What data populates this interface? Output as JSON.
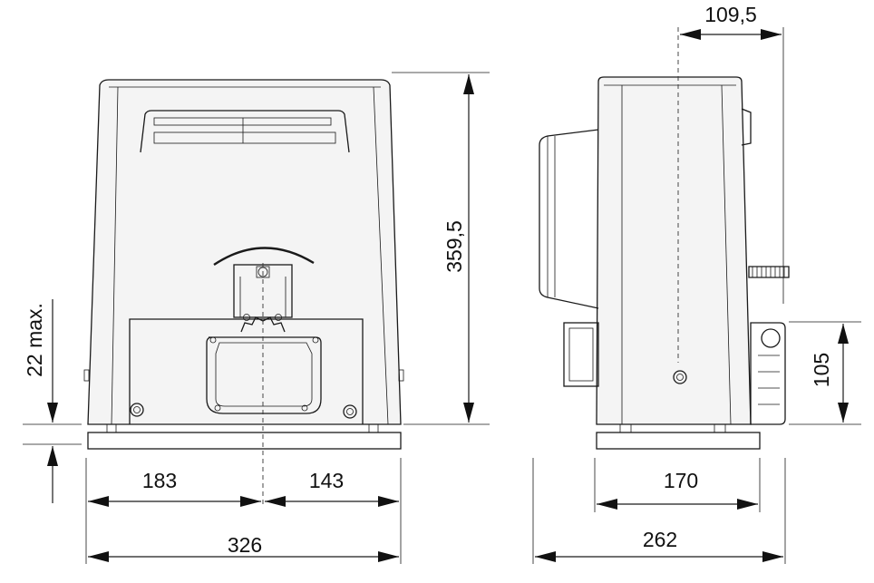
{
  "dimensions": {
    "height_total": "359,5",
    "clearance": "22 max.",
    "width_left": "183",
    "width_right": "143",
    "width_total_front": "326",
    "side_offset": "109,5",
    "side_rack_height": "105",
    "side_base": "170",
    "side_total": "262"
  }
}
